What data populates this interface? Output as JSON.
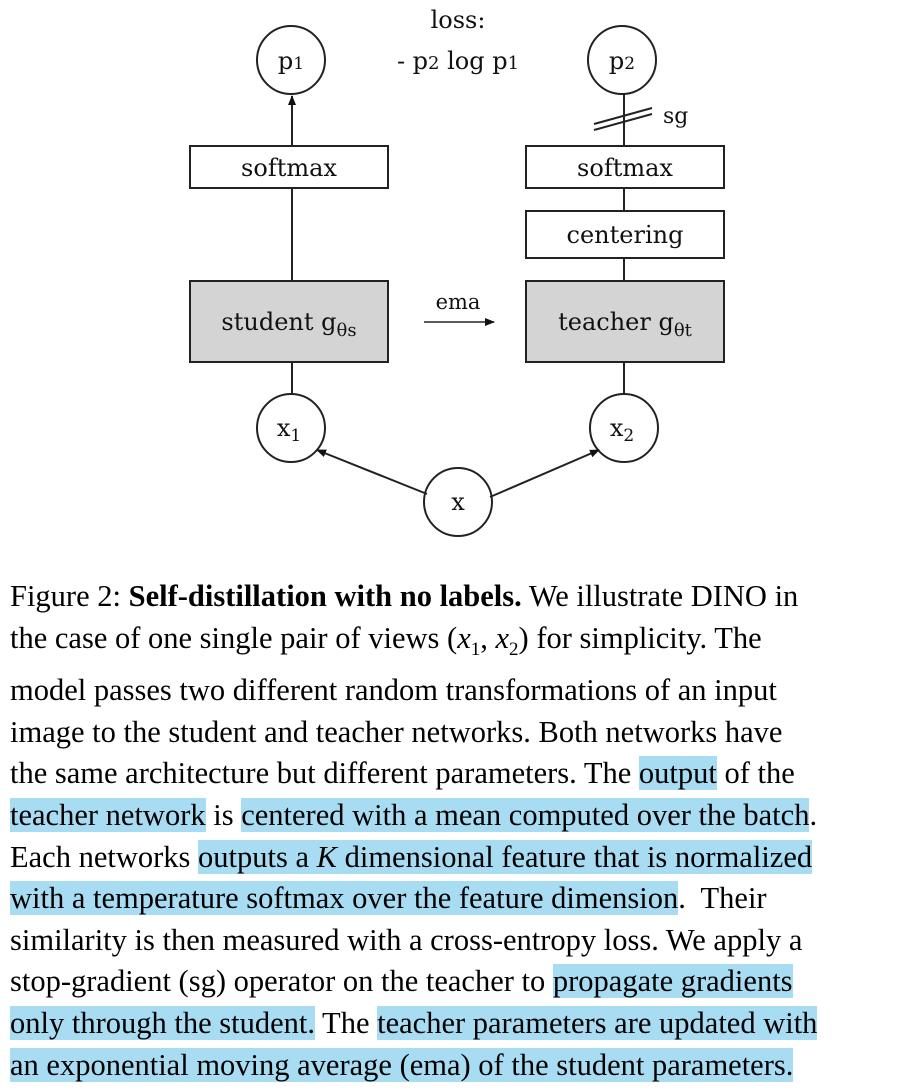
{
  "diagram": {
    "loss_label": "loss:",
    "loss_formula_prefix": "- p",
    "loss_formula_sub2": "2",
    "loss_formula_mid": " log p",
    "loss_formula_sub1": "1",
    "p1_base": "p",
    "p1_sub": "1",
    "p2_base": "p",
    "p2_sub": "2",
    "sg_label": "sg",
    "softmax_left": "softmax",
    "softmax_right": "softmax",
    "centering": "centering",
    "student_text": "student g",
    "student_sub": "θs",
    "teacher_text": "teacher g",
    "teacher_sub": "θt",
    "ema_label": "ema",
    "x1_base": "x",
    "x1_sub": "1",
    "x2_base": "x",
    "x2_sub": "2",
    "x_label": "x"
  },
  "caption": {
    "fig_label": "Figure 2: ",
    "title": "Self-distillation with no labels.",
    "l1_rest": " We illustrate DINO in",
    "l2_a": "the case of one single pair of views (",
    "l2_x1": "x",
    "l2_x1_sub": "1",
    "l2_comma": ", ",
    "l2_x2": "x",
    "l2_x2_sub": "2",
    "l2_b": ") for simplicity. The",
    "l3": "model passes two different random transformations of an input",
    "l4": "image to the student and teacher networks. Both networks have",
    "l5_a": "the same architecture but different parameters. The ",
    "l5_hl": "output",
    "l5_b": " of the",
    "l6_hl1": "teacher network",
    "l6_mid": " is ",
    "l6_hl2": "centered with a mean computed over the batch",
    "l6_end": ".",
    "l7_a": "Each networks ",
    "l7_hl_a": "outputs a ",
    "l7_k": "K",
    "l7_hl_b": " dimensional feature that is normalized",
    "l8_hl": "with a temperature softmax over the feature dimension",
    "l8_b": ".  Their",
    "l9": "similarity is then measured with a cross-entropy loss. We apply a",
    "l10_a": "stop-gradient (sg) operator on the teacher to ",
    "l10_hl": "propagate gradients",
    "l11_hl": "only through the student.",
    "l11_mid": " The ",
    "l11_hl2": "teacher parameters are updated with",
    "l12_hl": "an exponential moving average (ema) of the student parameters."
  }
}
